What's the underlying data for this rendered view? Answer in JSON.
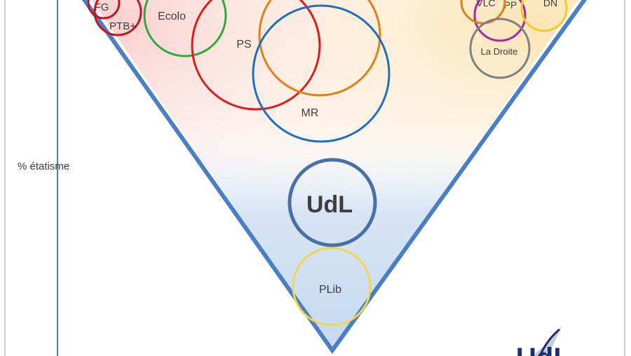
{
  "y_axis_label": "% étatisme",
  "parties": [
    {
      "id": "fg",
      "label": "FG",
      "color": "#c0181f"
    },
    {
      "id": "ptb",
      "label": "PTB+",
      "color": "#c0181f"
    },
    {
      "id": "ecolo",
      "label": "Ecolo",
      "color": "#2eaa3a"
    },
    {
      "id": "ps",
      "label": "PS",
      "color": "#e01b1b"
    },
    {
      "id": "cdh",
      "label": "",
      "color": "#e57e13"
    },
    {
      "id": "mr",
      "label": "MR",
      "color": "#1e6fbf"
    },
    {
      "id": "vlc",
      "label": "VLC",
      "color": "#e57e13"
    },
    {
      "id": "pp",
      "label": "PP",
      "color": "#a42aa0"
    },
    {
      "id": "dn",
      "label": "DN",
      "color": "#f0cc2a"
    },
    {
      "id": "la-droite",
      "label": "La Droite",
      "color": "#808080"
    },
    {
      "id": "udl",
      "label": "UdL",
      "color": "#4a6fa3"
    },
    {
      "id": "plib",
      "label": "PLib",
      "color": "#f0d84a"
    }
  ],
  "logo": {
    "text": "UdL",
    "color": "#1a2f6e"
  },
  "colors": {
    "funnel": "#4a7fc4",
    "axis": "#4a7fc4",
    "left_tint": "#fbd5d5",
    "right_tint": "#fbe8c0",
    "bottom_tint": "#cfe0f4"
  }
}
